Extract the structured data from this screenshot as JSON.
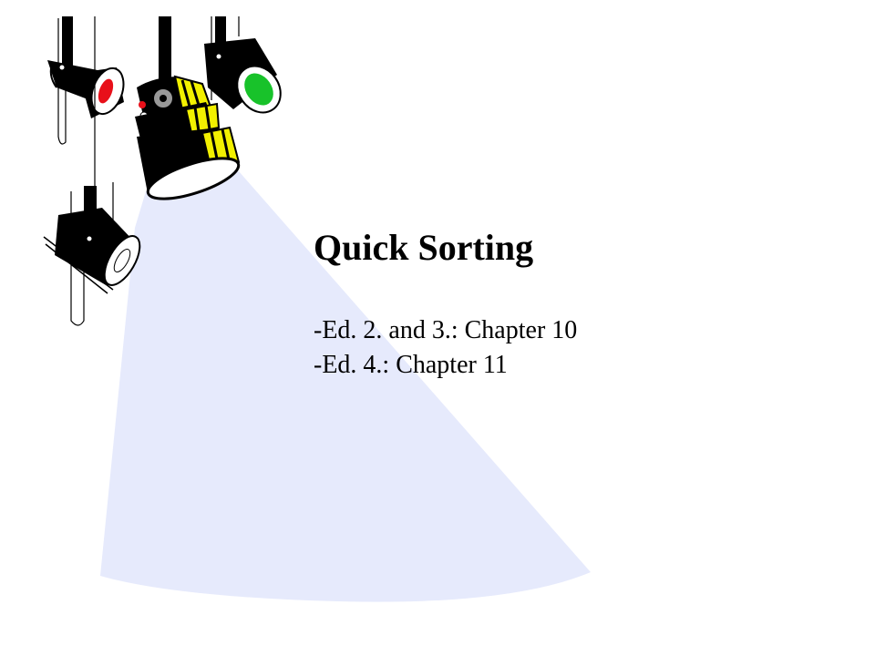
{
  "slide": {
    "title": "Quick Sorting",
    "lines": [
      "-Ed. 2. and 3.: Chapter 10",
      "-Ed. 4.: Chapter 11"
    ]
  },
  "illustration": {
    "name": "stage-spotlights",
    "lamp_colors": {
      "red_lens": "#e8101a",
      "green_lens": "#18c22a",
      "white_lens": "#ffffff",
      "stripes": "#f2f000",
      "beam": "#e6eafc"
    }
  }
}
